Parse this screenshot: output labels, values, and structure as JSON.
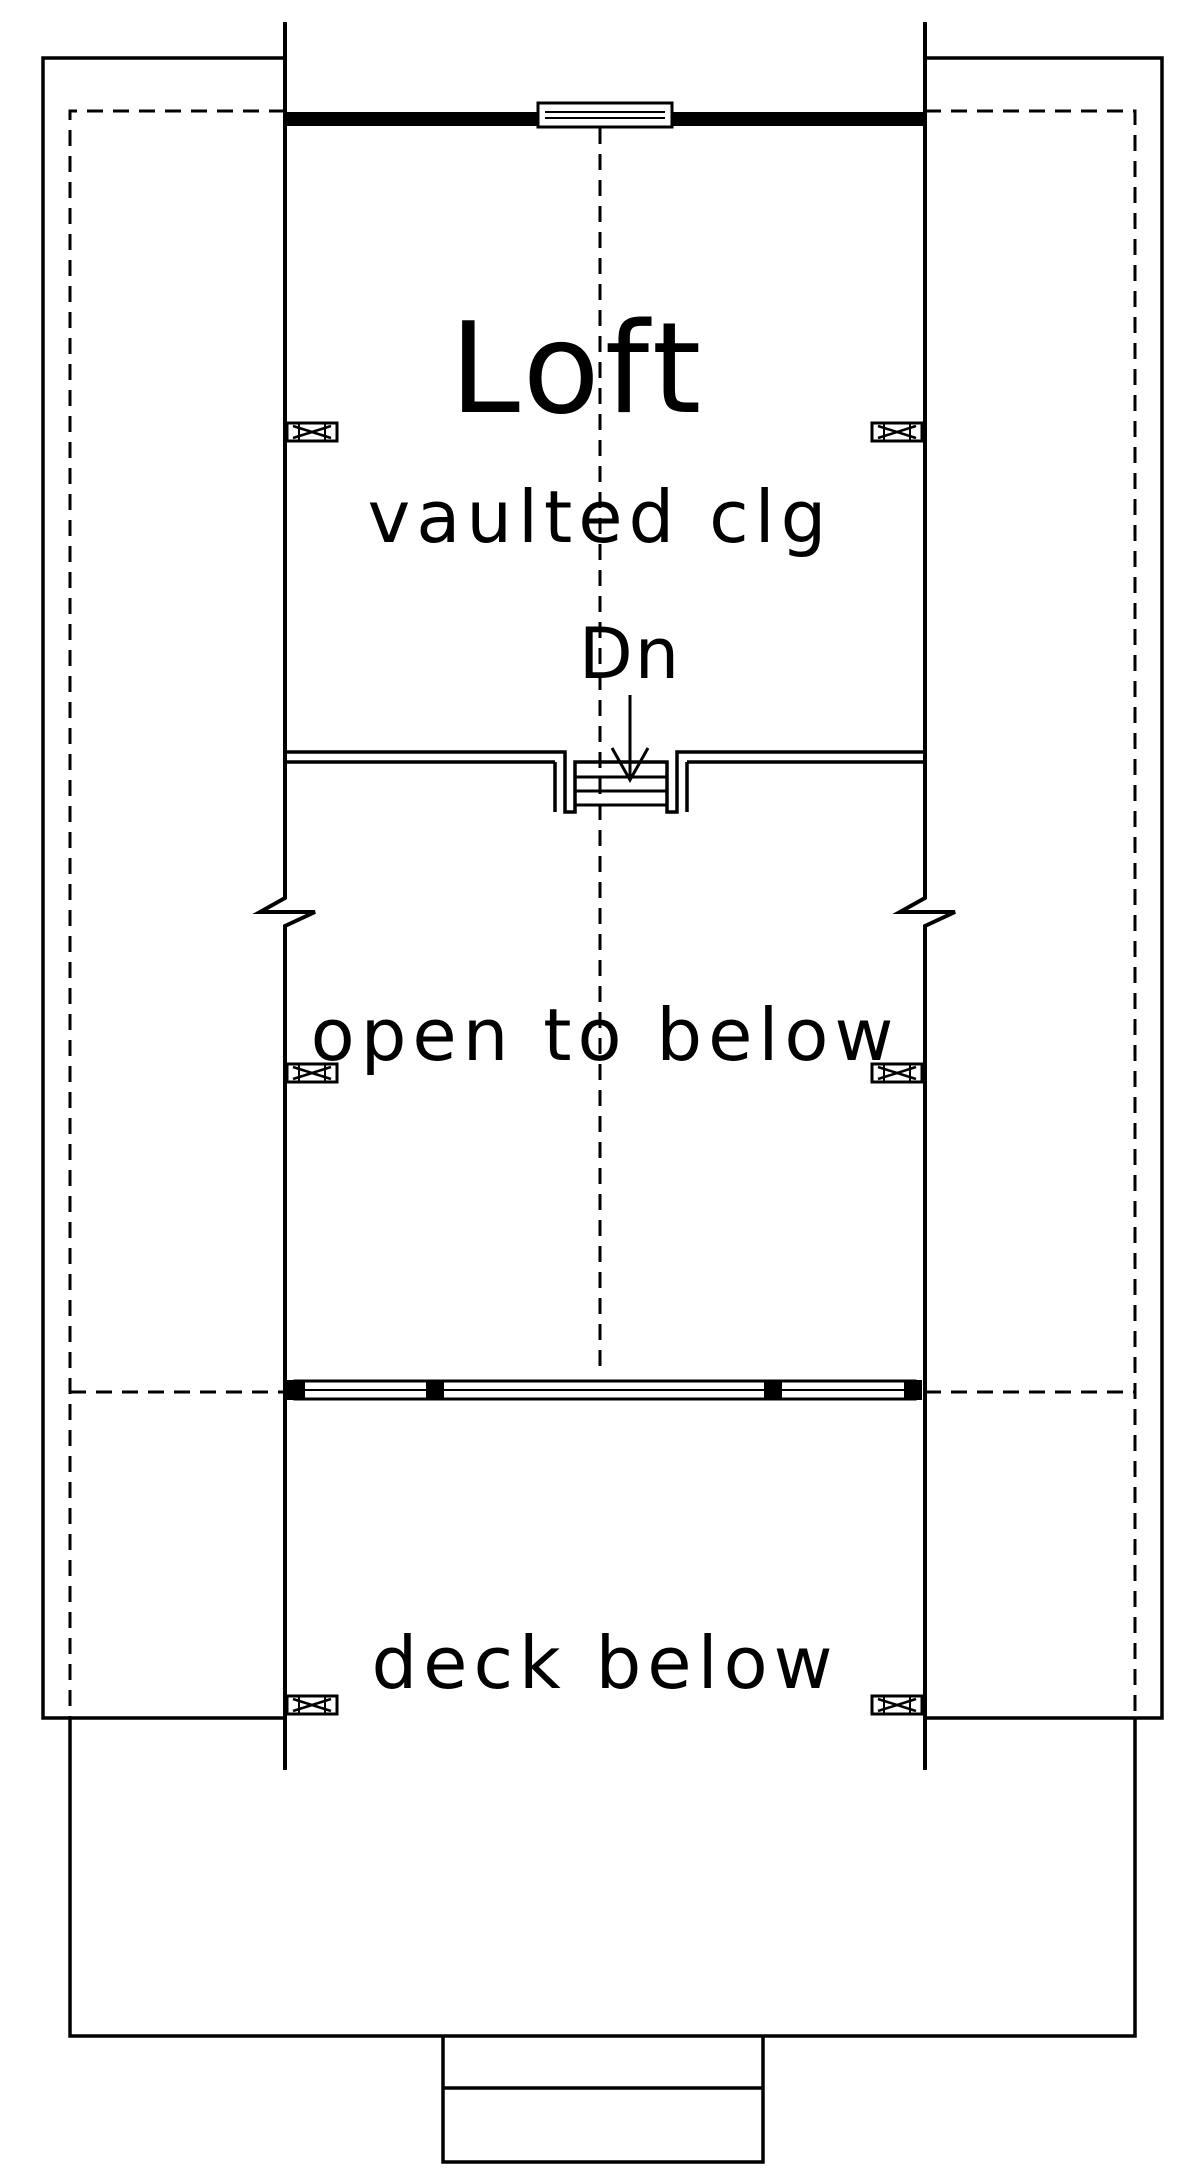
{
  "labels": {
    "room": "Loft",
    "ceiling": "vaulted clg",
    "stairs": "Dn",
    "open_area": "open to below",
    "deck": "deck below"
  },
  "colors": {
    "line": "#000000",
    "background": "#ffffff"
  }
}
